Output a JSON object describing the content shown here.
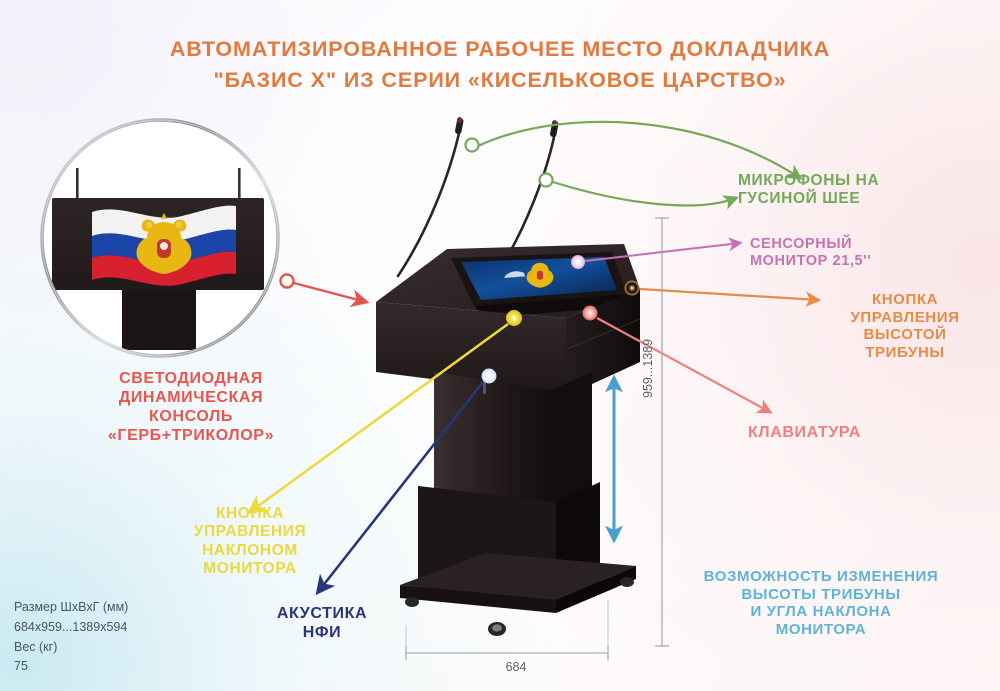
{
  "title": {
    "line1": "АВТОМАТИЗИРОВАННОЕ РАБОЧЕЕ МЕСТО ДОКЛАДЧИКА",
    "line2": "\"БАЗИС X\" ИЗ СЕРИИ «КИСЕЛЬКОВОЕ ЦАРСТВО»",
    "color": "#e07a3f"
  },
  "callouts": {
    "microphones": {
      "text": "МИКРОФОНЫ НА\nГУСИНОЙ ШЕЕ",
      "color": "#74a85a"
    },
    "touch_monitor": {
      "text": "СЕНСОРНЫЙ\nМОНИТОР 21,5''",
      "color": "#c671b4"
    },
    "height_button": {
      "text": "КНОПКА\nУПРАВЛЕНИЯ\nВЫСОТОЙ\nТРИБУНЫ",
      "color": "#e58b46"
    },
    "keyboard": {
      "text": "КЛАВИАТУРА",
      "color": "#ef8080"
    },
    "led_console": {
      "text": "СВЕТОДИОДНАЯ\nДИНАМИЧЕСКАЯ\nКОНСОЛЬ\n«ГЕРБ+ТРИКОЛОР»",
      "color": "#e8564f"
    },
    "tilt_button": {
      "text": "КНОПКА\nУПРАВЛЕНИЯ\nНАКЛОНОМ\nМОНИТОРА",
      "color": "#ecd93f"
    },
    "speaker": {
      "text": "АКУСТИКА\nНФИ",
      "color": "#26367a"
    },
    "capability": {
      "text": "ВОЗМОЖНОСТЬ ИЗМЕНЕНИЯ\nВЫСОТЫ ТРИБУНЫ\nИ УГЛА НАКЛОНА\nМОНИТОРА",
      "color": "#5fb4d6"
    }
  },
  "dimensions": {
    "width_label": "684",
    "height_label": "959...1389",
    "line_color": "#8fa3b0"
  },
  "spec_block": {
    "size_caption": "Размер ШхВхГ (мм)",
    "size_value": "684x959...1389x594",
    "weight_caption": "Вес (кг)",
    "weight_value": "75"
  },
  "inset": {
    "name": "led-console-closeup",
    "flag_colors": [
      "#ffffff",
      "#1b44a8",
      "#d8202e"
    ],
    "emblem": "russian-double-headed-eagle"
  },
  "product": {
    "name": "speaker-lectern-photo",
    "body_color": "#2b2122",
    "screen_color": "#0f3a7a"
  }
}
